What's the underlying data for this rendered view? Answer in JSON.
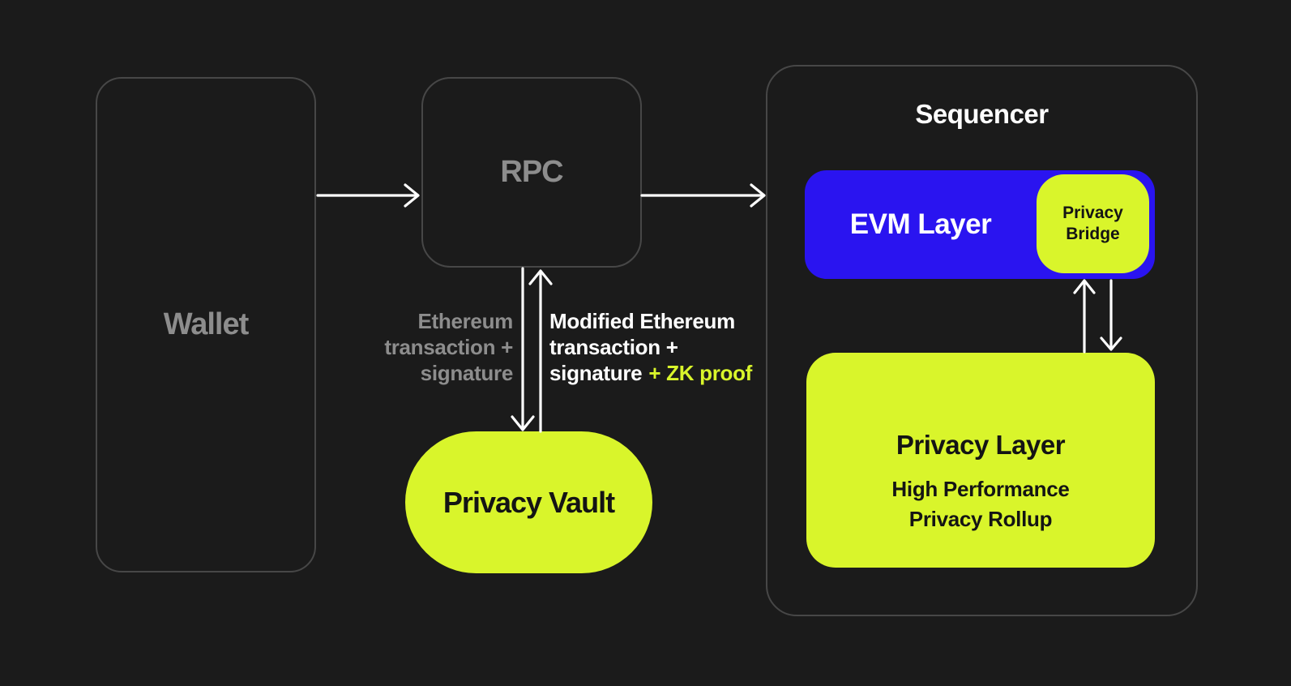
{
  "colors": {
    "background": "#1b1b1b",
    "box_border": "#474747",
    "accent_blue": "#2a14f0",
    "accent_yellow": "#d9f52b",
    "muted_text": "#8d8d8d",
    "white_text": "#ffffff",
    "dark_text": "#141414",
    "arrow": "#ffffff"
  },
  "nodes": {
    "wallet": {
      "label": "Wallet"
    },
    "rpc": {
      "label": "RPC"
    },
    "privacy_vault": {
      "label": "Privacy Vault"
    },
    "sequencer": {
      "title": "Sequencer"
    },
    "evm_layer": {
      "label": "EVM Layer"
    },
    "privacy_bridge": {
      "label": "Privacy\nBridge"
    },
    "privacy_layer": {
      "title": "Privacy Layer",
      "subtitle": "High Performance\nPrivacy Rollup"
    }
  },
  "edge_labels": {
    "rpc_to_vault": {
      "text": "Ethereum\ntransaction +\nsignature"
    },
    "vault_to_rpc": {
      "text": "Modified Ethereum\ntransaction +\nsignature",
      "highlight": "+ ZK proof"
    }
  }
}
